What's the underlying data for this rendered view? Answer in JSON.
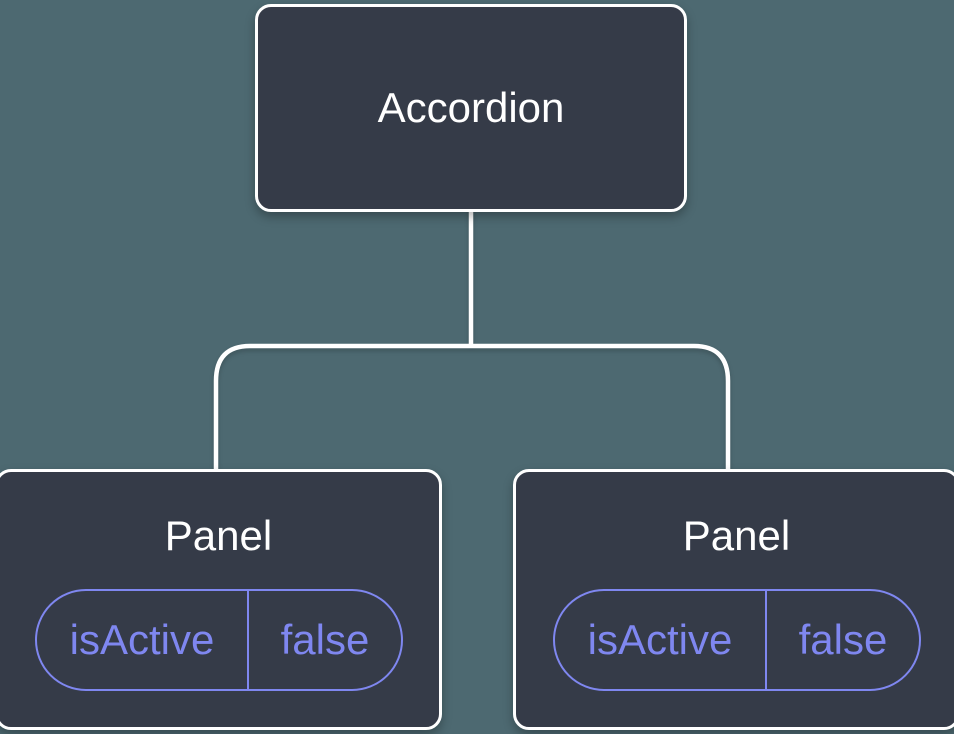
{
  "colors": {
    "background": "#4d6971",
    "node_fill": "#353b48",
    "node_border": "#ffffff",
    "node_text": "#ffffff",
    "prop_accent": "#7f87f0"
  },
  "tree": {
    "root": {
      "label": "Accordion"
    },
    "children": [
      {
        "label": "Panel",
        "props": [
          {
            "name": "isActive",
            "value": "false"
          }
        ]
      },
      {
        "label": "Panel",
        "props": [
          {
            "name": "isActive",
            "value": "false"
          }
        ]
      }
    ]
  }
}
